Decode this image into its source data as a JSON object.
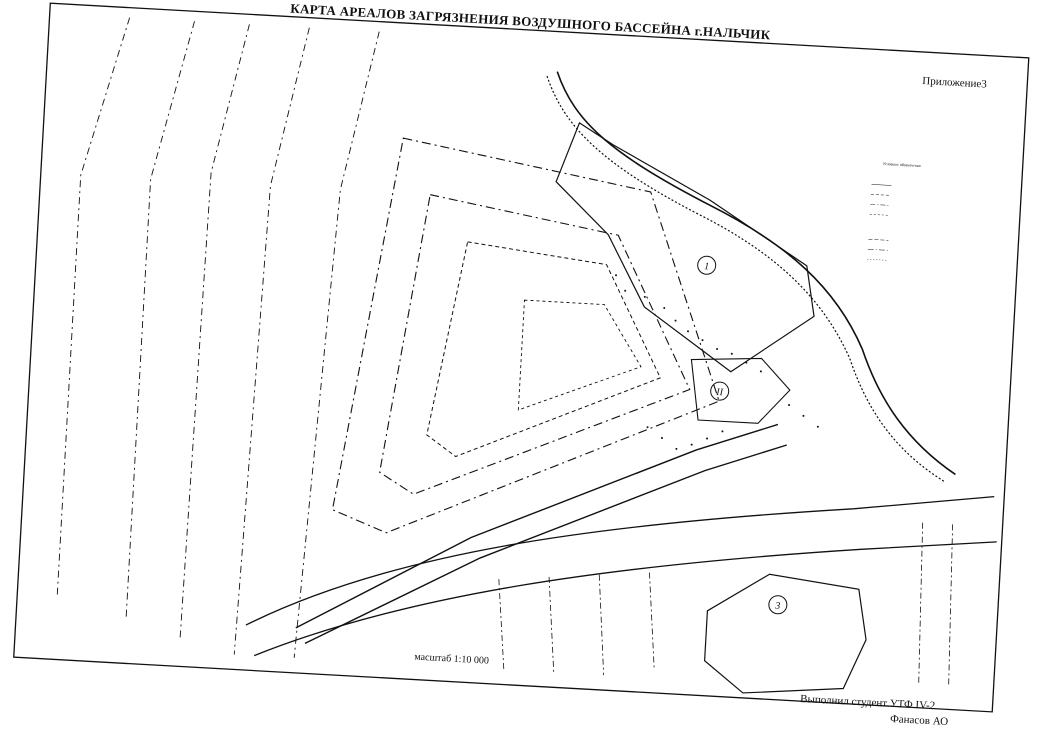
{
  "map": {
    "title": "КАРТА АРЕАЛОВ ЗАГРЯЗНЕНИЯ ВОЗДУШНОГО БАССЕЙНА  г.НАЛЬЧИК",
    "annex": "Приложение3",
    "scale": "масштаб  1:10 000",
    "author_line1": "Выполнил студент УТФ IV-2",
    "author_line2": "Фанасов АО",
    "zones": [
      {
        "label": "1"
      },
      {
        "label": "II"
      },
      {
        "label": "3"
      }
    ],
    "legend": {
      "title": "Условные обозначения"
    },
    "colors": {
      "ink": "#111111",
      "paper": "#ffffff"
    }
  }
}
